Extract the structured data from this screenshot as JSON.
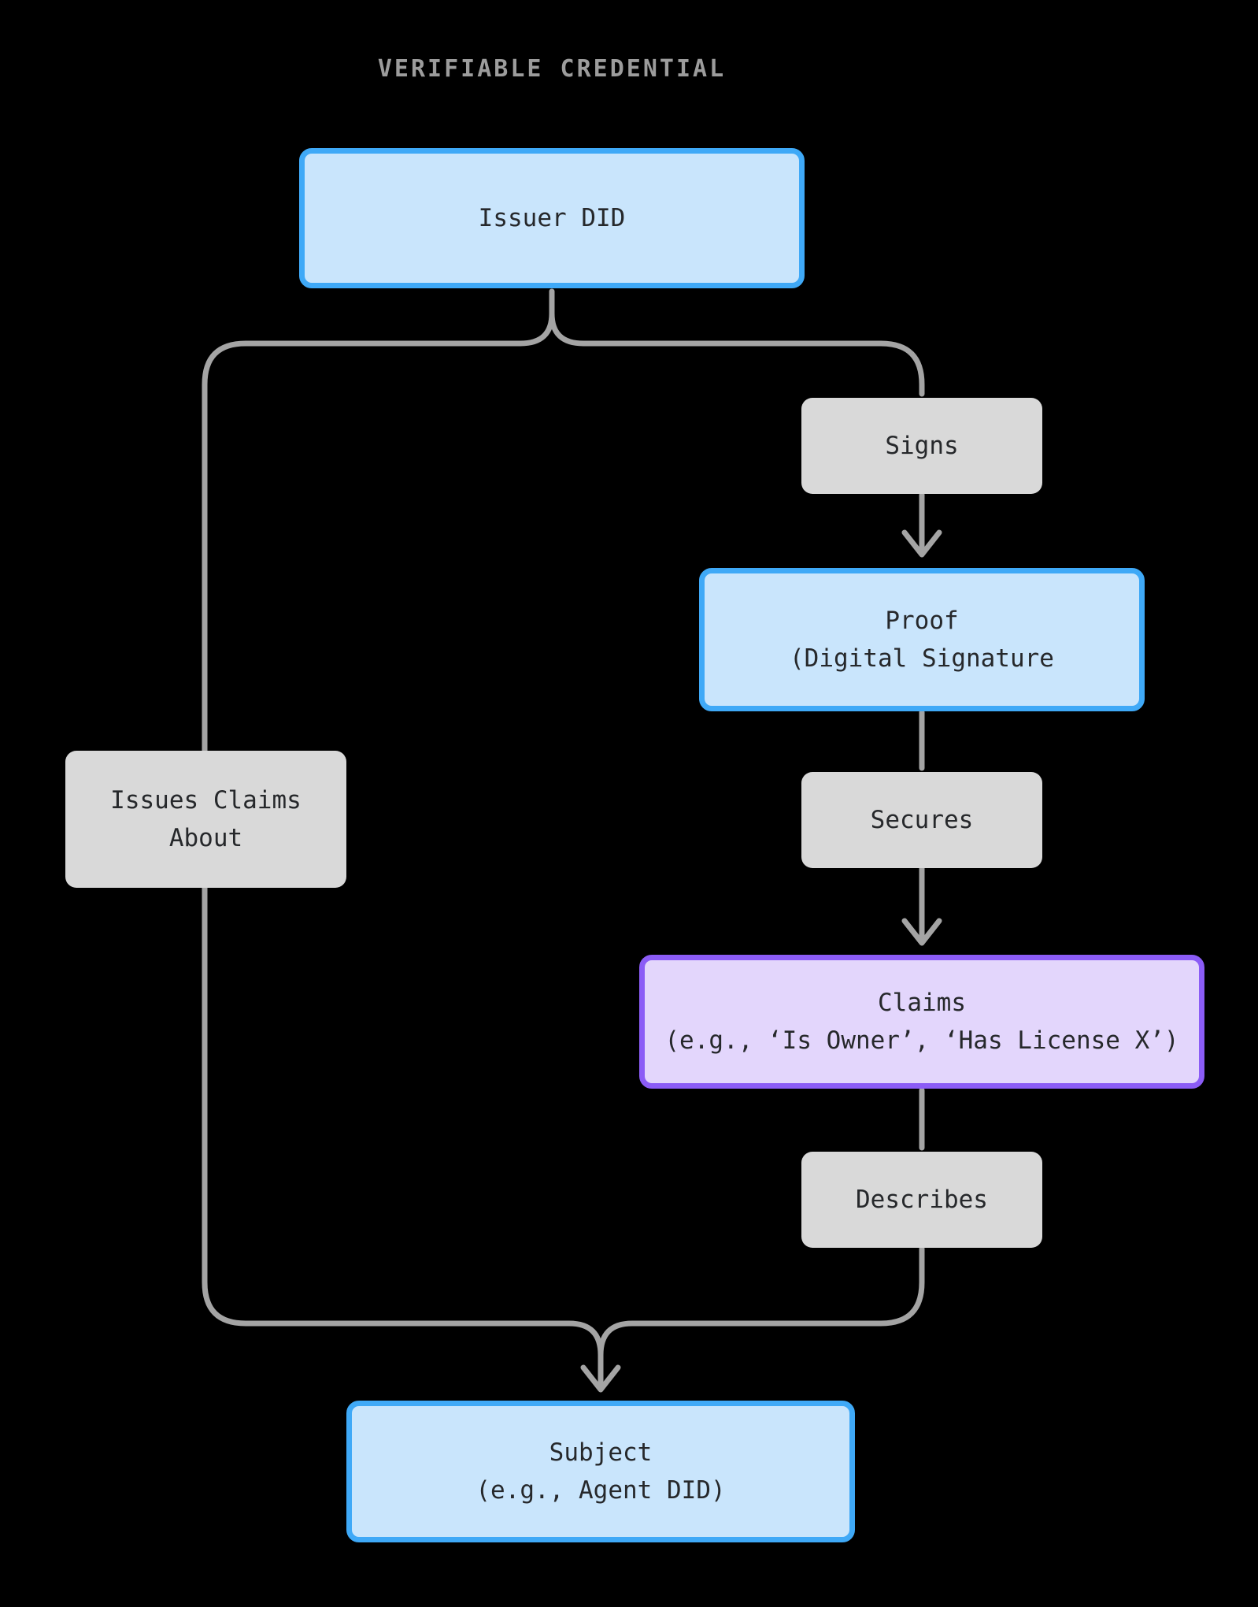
{
  "title": "VERIFIABLE CREDENTIAL",
  "colors": {
    "bg": "#000000",
    "accent-blue": "#3fa9f7",
    "blue-fill": "#c9e5fc",
    "accent-purple": "#8b5cf6",
    "purple-fill": "#e3d6fc",
    "box-gray": "#d9d9d9",
    "line-gray": "#a4a4a4",
    "text-dark": "#26282b",
    "title-gray": "#9c9c9c"
  },
  "nodes": {
    "issuer": {
      "line1": "Issuer DID"
    },
    "signs": {
      "line1": "Signs"
    },
    "proof": {
      "line1": "Proof",
      "line2": "(Digital Signature"
    },
    "issues_claims": {
      "line1": "Issues Claims",
      "line2": "About"
    },
    "secures": {
      "line1": "Secures"
    },
    "claims": {
      "line1": "Claims",
      "line2": "(e.g., ‘Is Owner’, ‘Has License X’)"
    },
    "describes": {
      "line1": "Describes"
    },
    "subject": {
      "line1": "Subject",
      "line2": "(e.g., Agent DID)"
    }
  }
}
